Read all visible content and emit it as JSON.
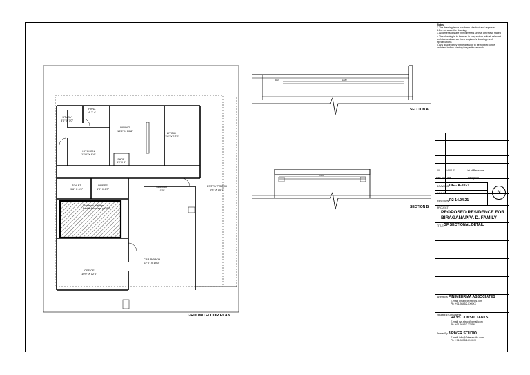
{
  "notes": {
    "heading": "Notes:",
    "lines": [
      "1.The drawing issue has been checked and approved",
      "2.Do not scale the drawing",
      "3.All dimensions are in millimeters unless otherwise stated",
      "4.This drawing is to be read in conjunction with all relevant",
      "architectural/and services engineer's drawings and specifications",
      "5.Any discrepancy in the drawing to be notified to the",
      "architect before starting the particular work"
    ]
  },
  "plan": {
    "title": "GROUND FLOOR PLAN",
    "rooms": [
      {
        "name": "STUDY",
        "dim": "8'0\" X 7'0\""
      },
      {
        "name": "PWD.",
        "dim": "4' X 4'"
      },
      {
        "name": "DINING",
        "dim": "16'6\" X 10'8\""
      },
      {
        "name": "LIVING",
        "dim": "12'6\" X 17'0\""
      },
      {
        "name": "KITCHEN",
        "dim": "12'0\" X 9'4\""
      },
      {
        "name": "SHOE",
        "dim": "4'6\" X 3'"
      },
      {
        "name": "TOILET",
        "dim": "9'6\" X 6'0\""
      },
      {
        "name": "DRESS",
        "dim": "6'0\" X 6'0\""
      },
      {
        "name": "SLIDING",
        "dim": "10'0\""
      },
      {
        "name": "ENTRY PORCH",
        "dim": "9'6\" X 10'0\""
      },
      {
        "name": "CAR PORCH",
        "dim": "17'0\" X 19'0\""
      },
      {
        "name": "OFFICE",
        "dim": "10'0\" X 12'0\""
      }
    ],
    "hatch_label_1": "Bubble pit/ soakage",
    "hatch_label_2": "Bubble 4 soakage pit NES"
  },
  "sections": [
    {
      "title": "SECTION A",
      "dim_left": "300",
      "dim_mid": "4300"
    },
    {
      "title": "SECTION B",
      "dim_mid": "3400"
    }
  ],
  "titleblock": {
    "rev_rows": [
      {
        "rev": "00",
        "date": "14.04.21",
        "desc": "1st of Revisions"
      },
      {
        "rev": "Rev. No.",
        "date": "Date",
        "desc": "Description"
      }
    ],
    "drawing_label": "DRAWING",
    "drawing_no": "DG - A-1021",
    "scale_label": "SCALE",
    "scale_value": "",
    "revision_label": "REVISION",
    "revision_value": "R2 14.04.21",
    "north": "N",
    "project_label": "PROJECT",
    "project_line1": "PROPOSED RESIDENCE FOR",
    "project_line2": "BIRAGANAPPA D. FAMILY",
    "title_label": "TITLE",
    "title_value": "GF SECTIONAL DETAIL",
    "firms": [
      {
        "role": "Architects",
        "name": "PINIMEHRMA ASSOCIATES",
        "line1": "E-mail: pma@architects.com",
        "line2": "Ph: +91-98452-XXXXX"
      },
      {
        "role": "Structural Consultants",
        "name": "R&YS CONSULTANTS",
        "line1": "E-mail: rys.struct@gmail.com",
        "line2": "Ph: +91-98452-27856"
      },
      {
        "role": "Drawn By",
        "name": "3 RIVER STUDIO",
        "line1": "E-mail: info@3riverstudio.com",
        "line2": "Ph: +91-98752-XXXXX"
      }
    ]
  }
}
